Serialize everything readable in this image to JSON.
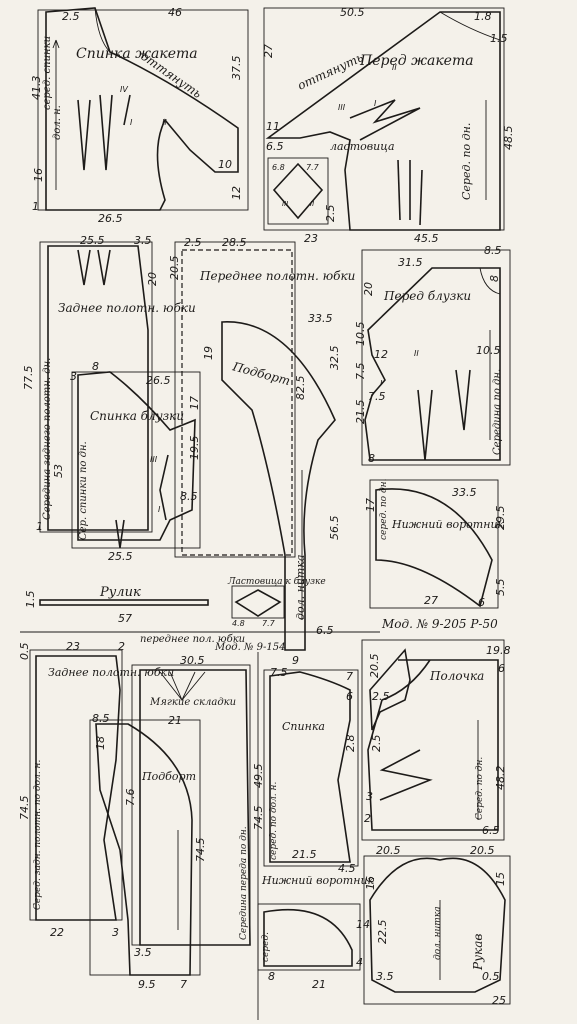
{
  "labels": {
    "back_jacket": "Спинка жакета",
    "pull_back": "оттянуть",
    "centre_back": "серед. спинки",
    "grain_line": "дол. н.",
    "front_jacket": "Перед жакета",
    "pull_front": "оттянуть",
    "gusset": "ластовица",
    "centre_front": "Серед. по дн.",
    "back_skirt": "Заднее полотн. юбки",
    "centre_back_skirt": "Середина заднего полотн. дн.",
    "front_skirt": "Переднее полотн. юбки",
    "facing": "Подборт",
    "front_blouse": "Перед блузки",
    "centre_front_blouse": "Середина по дн.",
    "back_blouse": "Спинка блузки",
    "centre_back_blouse": "Сер. спинки по дн.",
    "lower_collar": "Нижний воротник",
    "centre_lower_collar": "серед. по дн.",
    "piping": "Рулик",
    "grain_thread": "дол. нитка",
    "blouse_gusset": "Ластовица к блузке",
    "model_a": "Мод. № 9-154",
    "model_b": "Мод. № 9-205 Р-50",
    "back_skirt_2": "Заднее полотн. юбки",
    "centre_back_skirt_2": "Серед. задн. полотн. по дол. н.",
    "front_skirt_2": "переднее пол. юбки",
    "soft_pleats": "Мягкие складки",
    "facing_2": "Подборт",
    "centre_front_2": "Середина переда по дн.",
    "back_2": "Спинка",
    "centre_back_2": "серед. по дол. н.",
    "shelf": "Полочка",
    "centre_shelf": "Серед. по дн.",
    "lower_collar_2": "Нижний воротник",
    "centre_collar_2": "серед.",
    "sleeve": "Рукав",
    "grain_thread_2": "дол. нитка"
  },
  "numbers": {
    "n1": "2.5",
    "n2": "46",
    "n3": "41.3",
    "n4": "37.5",
    "n5": "16",
    "n6": "10",
    "n7": "12",
    "n8": "26.5",
    "n9": "1",
    "n10": "50.5",
    "n11": "1.8",
    "n12": "1.5",
    "n13": "27",
    "n14": "11",
    "n15": "6.5",
    "n16": "48.5",
    "n17": "2.5",
    "n18": "23",
    "n19": "45.5",
    "n20": "6.8",
    "n21": "7.7",
    "n22": "25.5",
    "n23": "3.5",
    "n24": "20",
    "n25": "77.5",
    "n26": "8",
    "n27": "26.5",
    "n28": "3",
    "n29": "53",
    "n30": "25.5",
    "n31": "1",
    "n32": "2.5",
    "n33": "28.5",
    "n34": "20.5",
    "n35": "17",
    "n36": "19.5",
    "n37": "8.5",
    "n38": "19",
    "n39": "33.5",
    "n40": "32.5",
    "n41": "82.5",
    "n42": "56.5",
    "n43": "9",
    "n44": "6.5",
    "n45": "31.5",
    "n46": "8.5",
    "n47": "8",
    "n48": "20",
    "n49": "10.5",
    "n50": "7.5",
    "n51": "12",
    "n52": "7.5",
    "n53": "21.5",
    "n54": "10.5",
    "n55": "8",
    "n56": "33.5",
    "n57": "17",
    "n58": "29.5",
    "n59": "27",
    "n60": "6",
    "n61": "5.5",
    "n62": "1.5",
    "n63": "57",
    "n64": "4.8",
    "n65": "7.7",
    "n66": "0.5",
    "n67": "23",
    "n68": "2",
    "n69": "74.5",
    "n70": "22",
    "n71": "3",
    "n72": "8.5",
    "n73": "18",
    "n74": "30.5",
    "n75": "21",
    "n76": "7.6",
    "n77": "74.5",
    "n78": "3.5",
    "n79": "9.5",
    "n80": "7",
    "n81": "7.5",
    "n82": "7",
    "n83": "6",
    "n84": "2.8",
    "n85": "49.5",
    "n86": "74.5",
    "n87": "21.5",
    "n88": "4.5",
    "n89": "20.5",
    "n90": "19.8",
    "n91": "6",
    "n92": "2.5",
    "n93": "2.5",
    "n94": "3",
    "n95": "2",
    "n96": "48.2",
    "n97": "6.5",
    "n98": "20.5",
    "n99": "20.5",
    "n100": "16",
    "n101": "15",
    "n102": "22.5",
    "n103": "3.5",
    "n104": "0.5",
    "n105": "25",
    "n106": "14",
    "n107": "4",
    "n108": "8",
    "n109": "21"
  },
  "roman": {
    "r1": "IV",
    "r2": "I",
    "r3": "II",
    "r4": "III",
    "r5": "I",
    "r6": "II",
    "r7": "III",
    "r8": "I",
    "r9": "II",
    "r10": "I",
    "r11": "III",
    "r12": "II"
  }
}
